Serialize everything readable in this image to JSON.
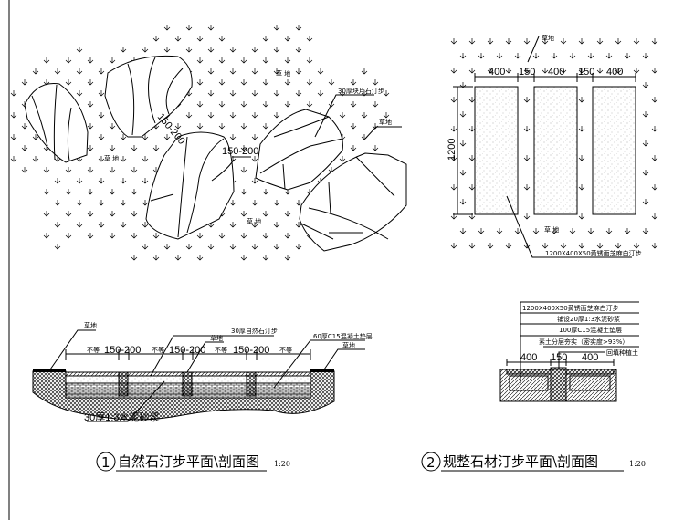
{
  "plan1": {
    "labels": {
      "grass_a": "草 地",
      "grass_b": "草 地",
      "grass_c": "草 地",
      "stone": "30厚块片石汀步",
      "grass_note": "草地"
    },
    "dims": {
      "gap_a": "150-200",
      "gap_b": "150-200"
    }
  },
  "plan2": {
    "grass_note": "草地",
    "grass": "草 地",
    "dims": {
      "w1": "400",
      "g1": "150",
      "w2": "400",
      "g2": "150",
      "w3": "400",
      "h": "1200"
    },
    "stone": "1200X400X50黄锈面芝麻白汀步"
  },
  "section1": {
    "grass_left": "草地",
    "stone": "30厚自然石汀步",
    "grass_mid": "草地",
    "concrete": "60厚C15混凝土垫层",
    "grass_right": "草地",
    "mortar": "30厚1:3水泥砂浆",
    "dims": [
      "不等",
      "150-200",
      "不等",
      "150-200",
      "不等",
      "150-200",
      "不等"
    ]
  },
  "section2": {
    "layers": [
      "1200X400X50黄锈面芝麻白汀步",
      "铺设20厚1:3水泥砂浆",
      "100厚C15混凝土垫层",
      "素土分层夯实（密实度>93%）",
      "回填种植土"
    ],
    "dims": {
      "a": "400",
      "b": "150",
      "c": "400"
    }
  },
  "titles": {
    "t1": {
      "num": "1",
      "text": "自然石汀步平面\\剖面图",
      "scale": "1:20"
    },
    "t2": {
      "num": "2",
      "text": "规整石材汀步平面\\剖面图",
      "scale": "1:20"
    }
  }
}
